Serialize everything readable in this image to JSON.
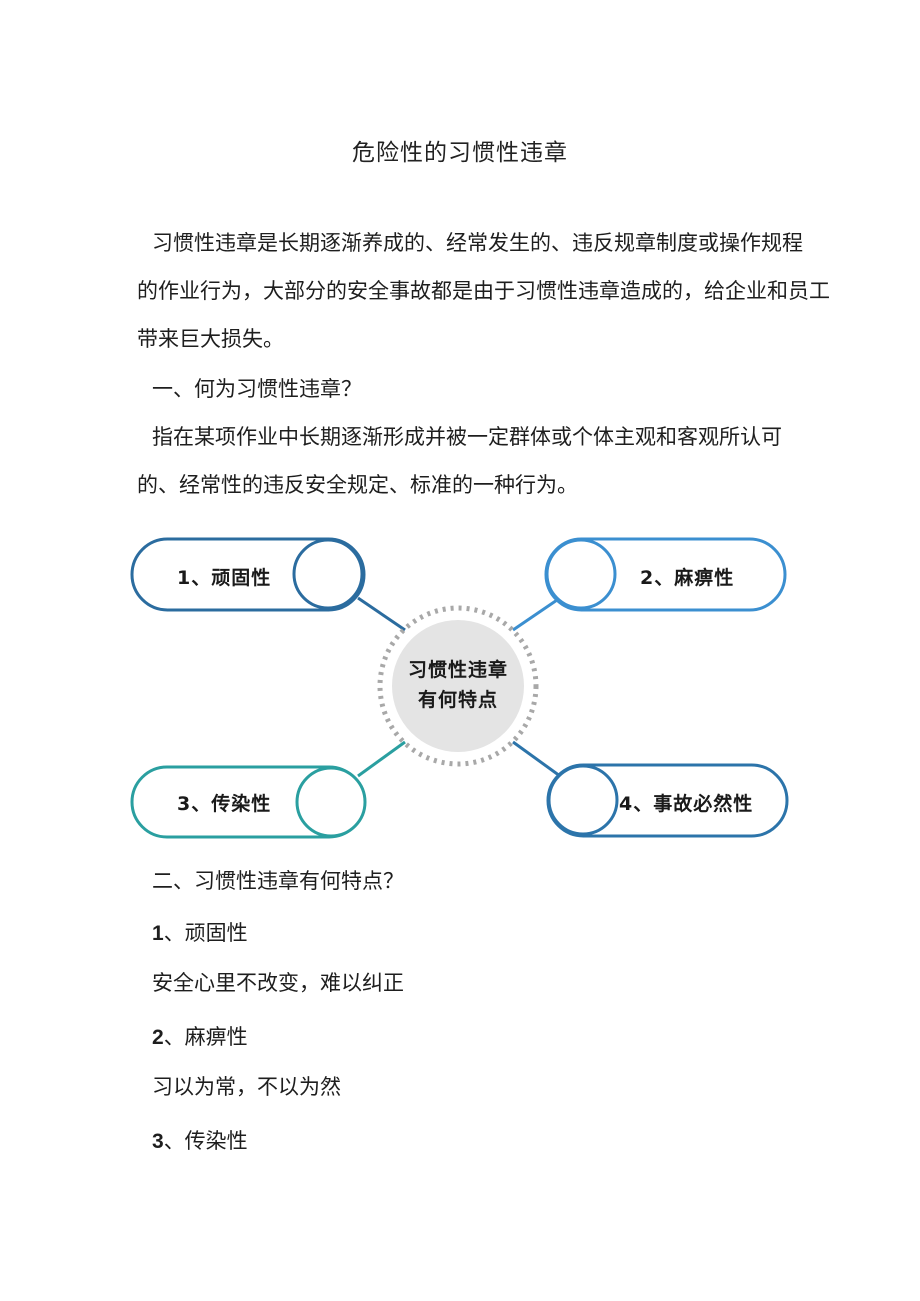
{
  "document": {
    "title": "危险性的习惯性违章",
    "intro": "习惯性违章是长期逐渐养成的、经常发生的、违反规章制度或操作规程的作业行为，大部分的安全事故都是由于习惯性违章造成的，给企业和员工带来巨大损失。",
    "intro_lines": [
      "习惯性违章是长期逐渐养成的、经常发生的、违反规章制度或操作规程",
      "的作业行为，大部分的安全事故都是由于习惯性违章造成的，给企业和员工",
      "带来巨大损失。"
    ],
    "section1": {
      "heading": "一、何为习惯性违章？",
      "body_lines": [
        "指在某项作业中长期逐渐形成并被一定群体或个体主观和客观所认可",
        "的、经常性的违反安全规定、标准的一种行为。"
      ]
    },
    "diagram": {
      "center_lines": [
        "习惯性违章",
        "有何特点"
      ],
      "items": [
        {
          "label": "1、顽固性",
          "color": "#2b6c9f"
        },
        {
          "label": "2、麻痹性",
          "color": "#3b8fd0"
        },
        {
          "label": "3、传染性",
          "color": "#2a9fa0"
        },
        {
          "label": "4、事故必然性",
          "color": "#2c74aa"
        }
      ],
      "center_fill": "#e4e4e4",
      "dot_color": "#a8a8a8"
    },
    "section2": {
      "heading": "二、习惯性违章有何特点？",
      "items": [
        {
          "num": "1",
          "title": "、顽固性",
          "desc": "安全心里不改变，难以纠正"
        },
        {
          "num": "2",
          "title": "、麻痹性",
          "desc": "习以为常，不以为然"
        },
        {
          "num": "3",
          "title": "、传染性"
        }
      ]
    }
  }
}
